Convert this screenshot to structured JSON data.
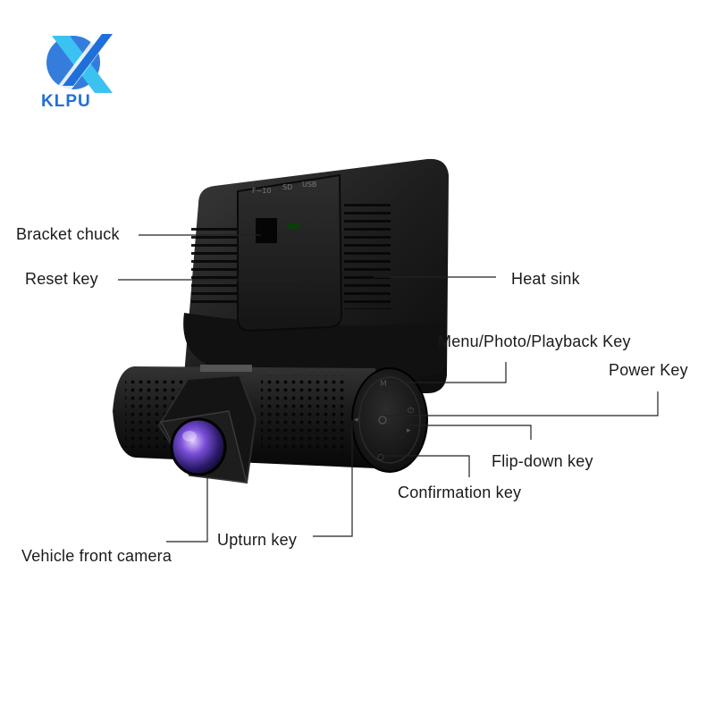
{
  "brand": {
    "name": "KLPU",
    "primary_color": "#1e6fd9",
    "accent_color": "#3cc2f0"
  },
  "device_back_labels": {
    "top_left": "F~10",
    "top_mid": "SD",
    "top_right": "USB"
  },
  "button_glyphs": {
    "menu": "M",
    "power": "⏻",
    "up": "◂",
    "down": "▸",
    "ok": "○"
  },
  "callouts": [
    {
      "id": "bracket-chuck",
      "text": "Bracket chuck"
    },
    {
      "id": "reset-key",
      "text": "Reset key"
    },
    {
      "id": "heat-sink",
      "text": "Heat sink"
    },
    {
      "id": "menu-key",
      "text": "Menu/Photo/Playback Key"
    },
    {
      "id": "power-key",
      "text": "Power Key"
    },
    {
      "id": "flip-down-key",
      "text": "Flip-down key"
    },
    {
      "id": "confirmation-key",
      "text": "Confirmation key"
    },
    {
      "id": "upturn-key",
      "text": "Upturn key"
    },
    {
      "id": "front-camera",
      "text": "Vehicle front camera"
    }
  ]
}
